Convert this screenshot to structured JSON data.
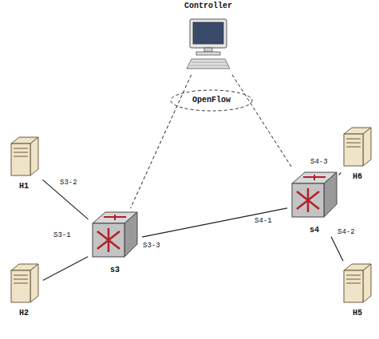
{
  "diagram": {
    "nodes": [
      {
        "text": [
          "Controller"
        ]
      },
      {
        "text": [
          "OpenFlow"
        ]
      },
      {
        "text": [
          "H1"
        ]
      },
      {
        "text": [
          "H6"
        ]
      },
      {
        "text": [
          "s3"
        ]
      },
      {
        "text": [
          "s4"
        ]
      },
      {
        "text": [
          "H2"
        ]
      },
      {
        "text": [
          "H5"
        ]
      }
    ],
    "edges": [
      {
        "from": 0,
        "to": 4,
        "arrow": "none"
      },
      {
        "from": 0,
        "to": 5,
        "arrow": "none"
      },
      {
        "from": 4,
        "to": 2,
        "arrow": "none"
      },
      {
        "from": 4,
        "to": 6,
        "arrow": "none"
      },
      {
        "from": 4,
        "to": 5,
        "arrow": "none"
      },
      {
        "from": 5,
        "to": 3,
        "arrow": "none"
      },
      {
        "from": 5,
        "to": 7,
        "arrow": "none"
      }
    ],
    "labels": [
      "S3-2",
      "S3-1",
      "S3-3",
      "S4-1",
      "S4-3",
      "S4-2"
    ]
  }
}
